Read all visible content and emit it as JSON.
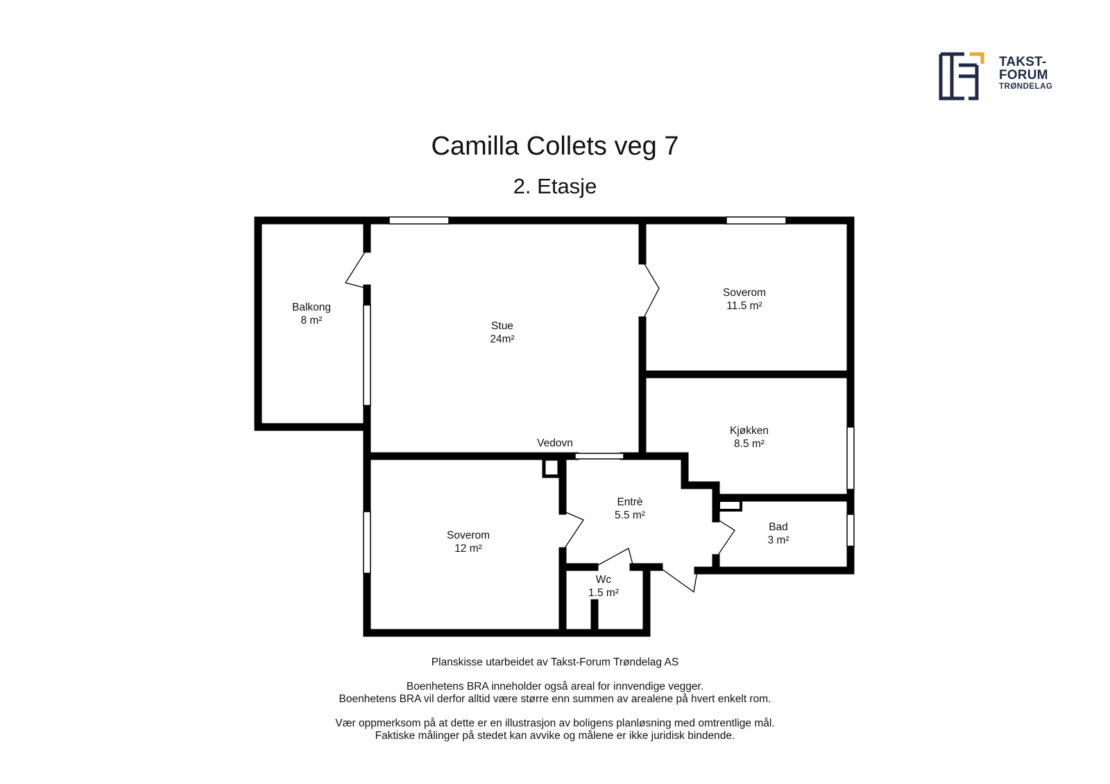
{
  "logo": {
    "line1": "TAKST-",
    "line2": "FORUM",
    "line3": "TRØNDELAG",
    "colors": {
      "navy": "#1f2a44",
      "gold": "#e8a92c"
    }
  },
  "title": "Camilla Collets veg 7",
  "subtitle": "2. Etasje",
  "rooms": {
    "balkong": {
      "name": "Balkong",
      "area": "8 m²"
    },
    "stue": {
      "name": "Stue",
      "area": "24m²"
    },
    "soverom1": {
      "name": "Soverom",
      "area": "11.5 m²"
    },
    "kjokken": {
      "name": "Kjøkken",
      "area": "8.5 m²"
    },
    "entre": {
      "name": "Entrè",
      "area": "5.5 m²"
    },
    "bad": {
      "name": "Bad",
      "area": "3 m²"
    },
    "soverom2": {
      "name": "Soverom",
      "area": "12 m²"
    },
    "wc": {
      "name": "Wc",
      "area": "1.5 m²"
    }
  },
  "labels": {
    "vedovn": "Vedovn"
  },
  "notes": {
    "line1": "Planskisse utarbeidet av Takst-Forum Trøndelag AS",
    "line2": "Boenhetens BRA inneholder også areal for innvendige vegger.",
    "line3": "Boenhetens BRA vil derfor alltid være større enn summen av arealene på hvert enkelt rom.",
    "line4": "Vær oppmerksom på at dette er en illustrasjon av boligens planløsning med omtrentlige mål.",
    "line5": "Faktiske målinger på stedet kan avvike og målene er ikke juridisk bindende."
  }
}
